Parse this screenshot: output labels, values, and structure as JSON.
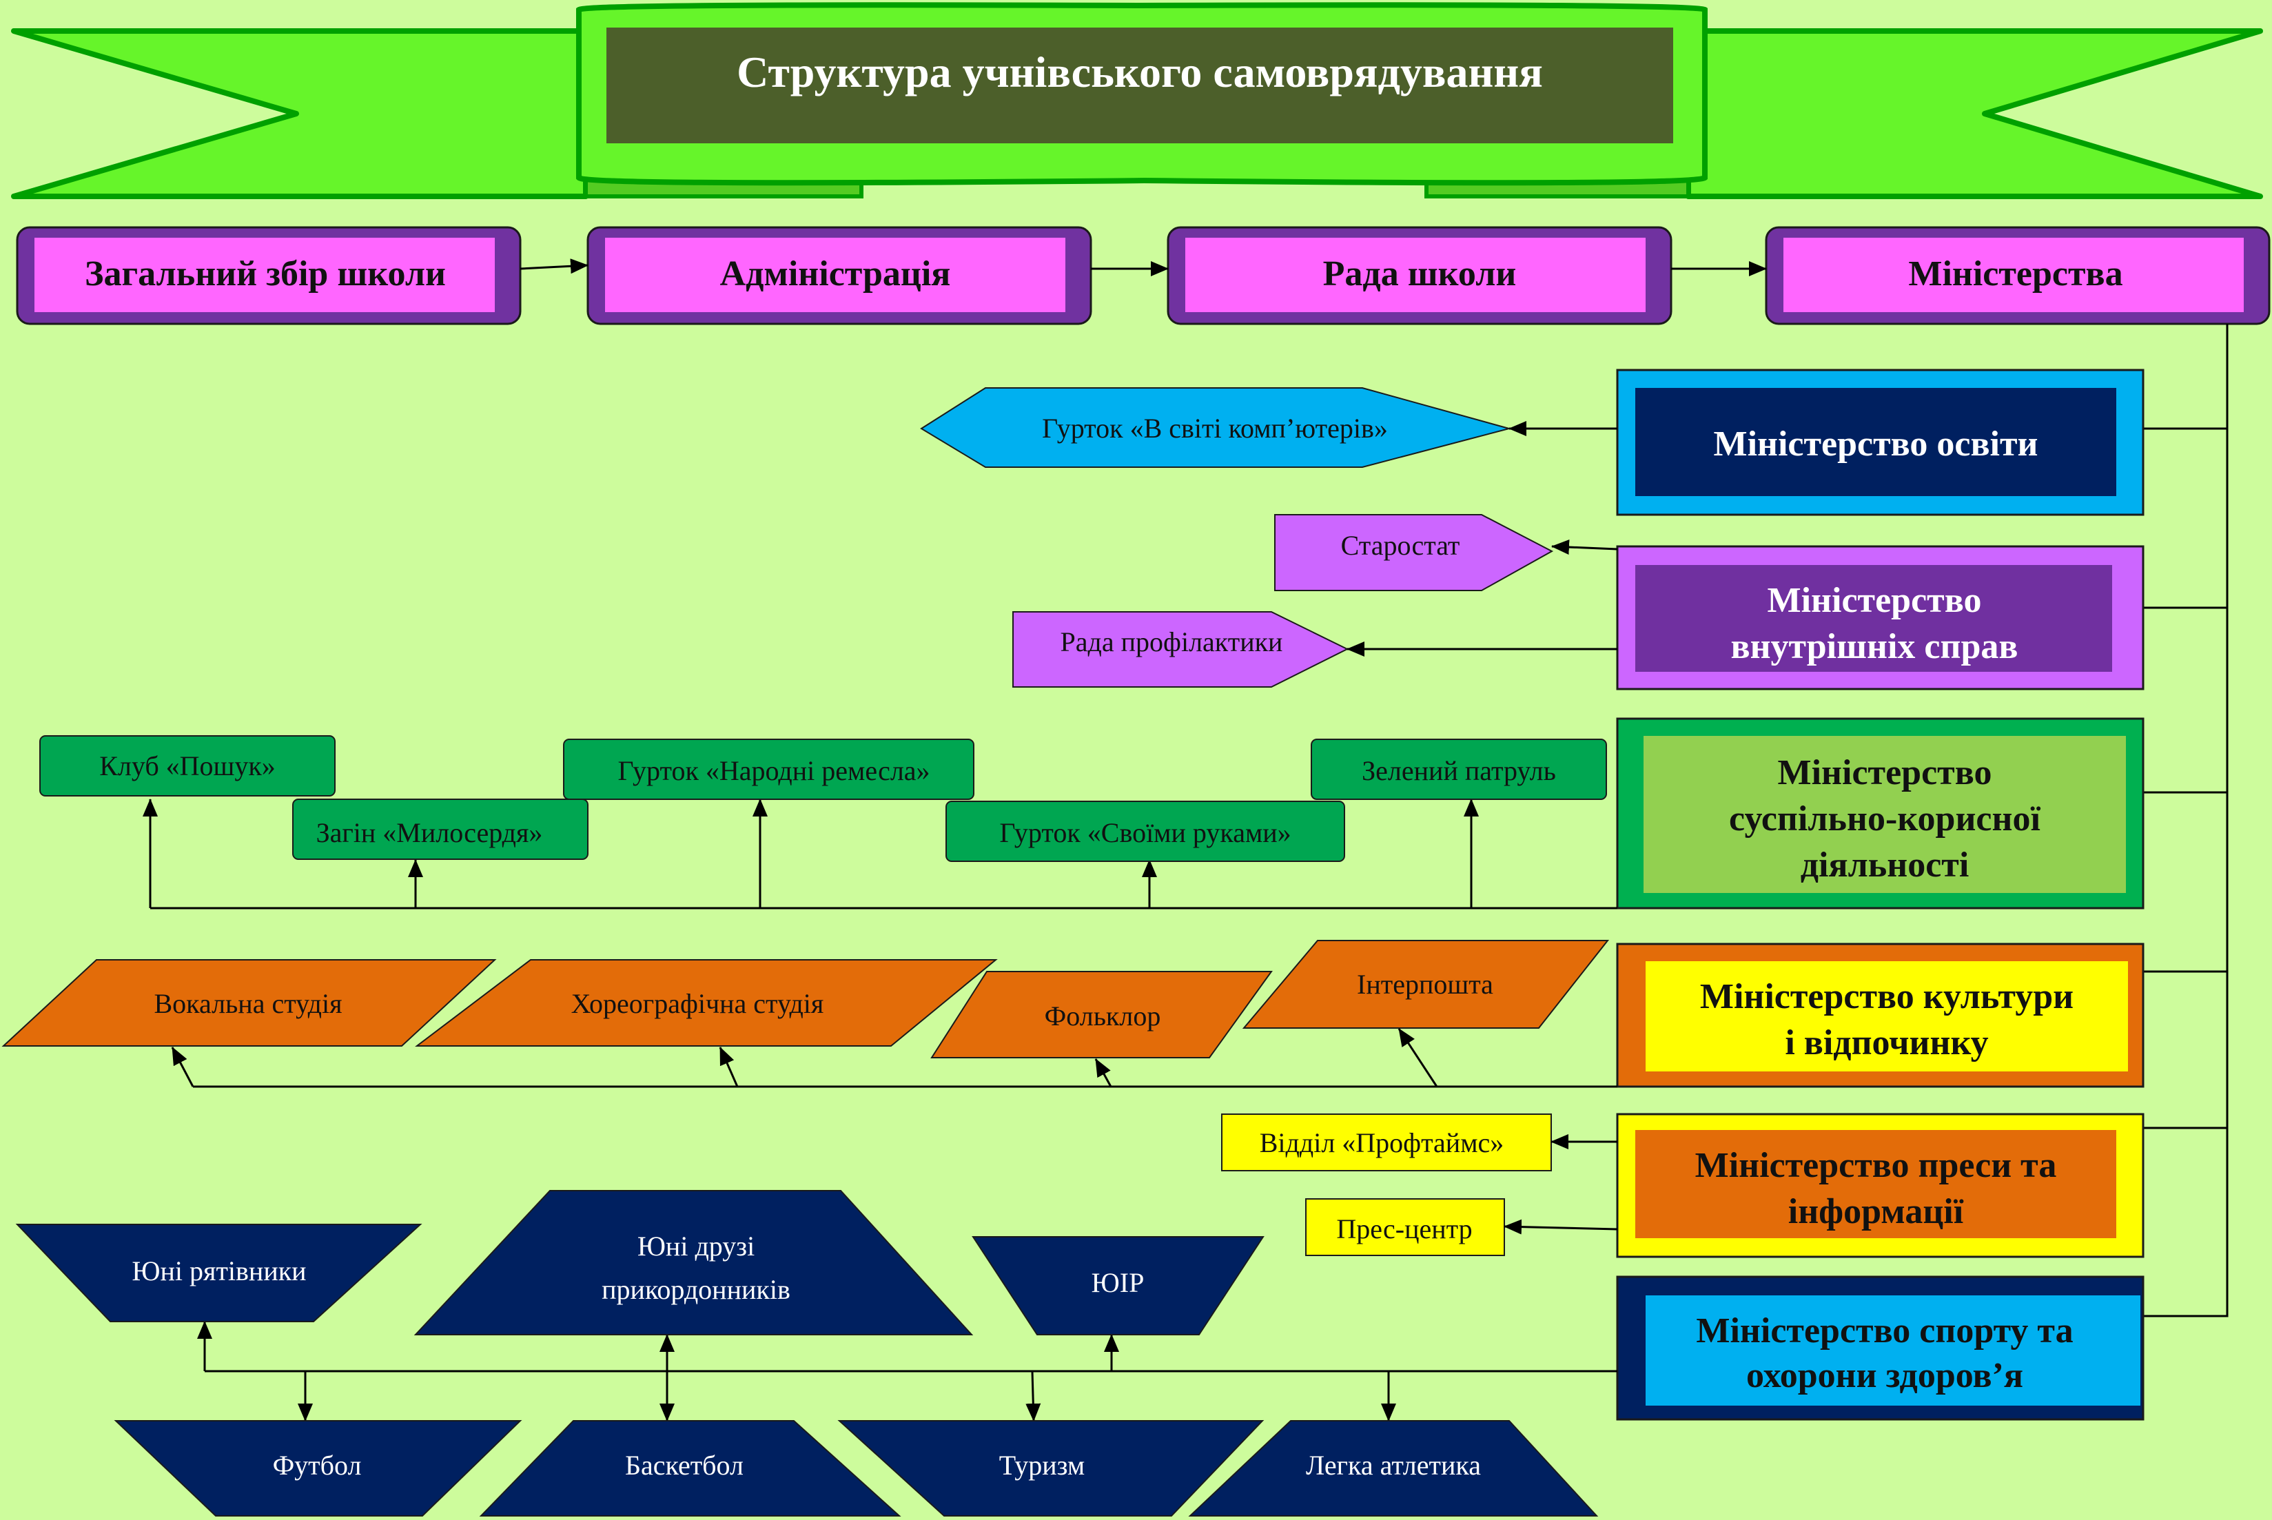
{
  "title": "Структура учнівського самоврядування",
  "top_row": [
    "Загальний збір школи",
    "Адміністрація",
    "Рада школи",
    "Міністерства"
  ],
  "ministries": {
    "education": "Міністерство освіти",
    "internal": [
      "Міністерство",
      "внутрішніх справ"
    ],
    "social": [
      "Міністерство",
      "суспільно-корисної",
      "діяльності"
    ],
    "culture": [
      "Міністерство культури",
      "і відпочинку"
    ],
    "press": [
      "Міністерство преси та",
      "інформації"
    ],
    "sport": [
      "Міністерство спорту та",
      "охорони здоров’я"
    ]
  },
  "education_items": [
    "Гурток «В світі комп’ютерів»"
  ],
  "internal_items": [
    "Старостат",
    "Рада профілактики"
  ],
  "social_items": [
    "Клуб «Пошук»",
    "Загін «Милосердя»",
    "Гурток «Народні ремесла»",
    "Гурток «Своїми руками»",
    "Зелений патруль"
  ],
  "culture_items": [
    "Вокальна студія",
    "Хореографічна студія",
    "Фольклор",
    "Інтерпошта"
  ],
  "press_items": [
    "Відділ «Профтаймс»",
    "Прес-центр"
  ],
  "sport_upper": [
    "Юні рятівники",
    "Юні друзі",
    "прикордонників",
    "ЮІР"
  ],
  "sport_lower": [
    "Футбол",
    "Баскетбол",
    "Туризм",
    "Легка атлетика"
  ],
  "colors": {
    "background": "#cdfc9c",
    "banner": "#66f52a",
    "banner_title": "#4c5f2a",
    "top_outer": "#7032a0",
    "top_inner": "#ff66ff",
    "education_outer": "#00b0f0",
    "education_inner": "#002060",
    "internal_outer": "#cc66ff",
    "internal_inner": "#7030a0",
    "social_outer": "#00b050",
    "social_inner": "#92d050",
    "culture_outer": "#e36c09",
    "culture_inner": "#ffff00",
    "press_outer": "#ffff00",
    "press_inner": "#e36c09",
    "sport_outer": "#002060",
    "sport_inner": "#00b0f0"
  }
}
